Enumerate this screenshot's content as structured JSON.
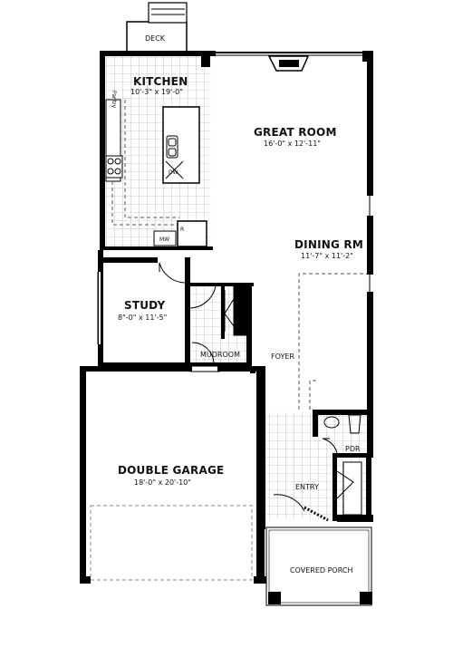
{
  "rooms": {
    "kitchen": {
      "name": "KITCHEN",
      "dims": "10'-3\" x 19'-0\""
    },
    "great_room": {
      "name": "GREAT ROOM",
      "dims": "16'-0\" x 12'-11\""
    },
    "dining": {
      "name": "DINING RM",
      "dims": "11'-7\" x 11'-2\""
    },
    "study": {
      "name": "STUDY",
      "dims": "8\"-0\" x 11'-5\""
    },
    "garage": {
      "name": "DOUBLE GARAGE",
      "dims": "18'-0\" x 20'-10\""
    }
  },
  "labels": {
    "deck": "DECK",
    "pantry": "Pantry",
    "dw": "DW",
    "mw": "MW",
    "fridge": "R",
    "mudroom": "MUDROOM",
    "foyer": "FOYER",
    "pdr": "PDR",
    "entry": "ENTRY",
    "porch": "COVERED PORCH"
  }
}
